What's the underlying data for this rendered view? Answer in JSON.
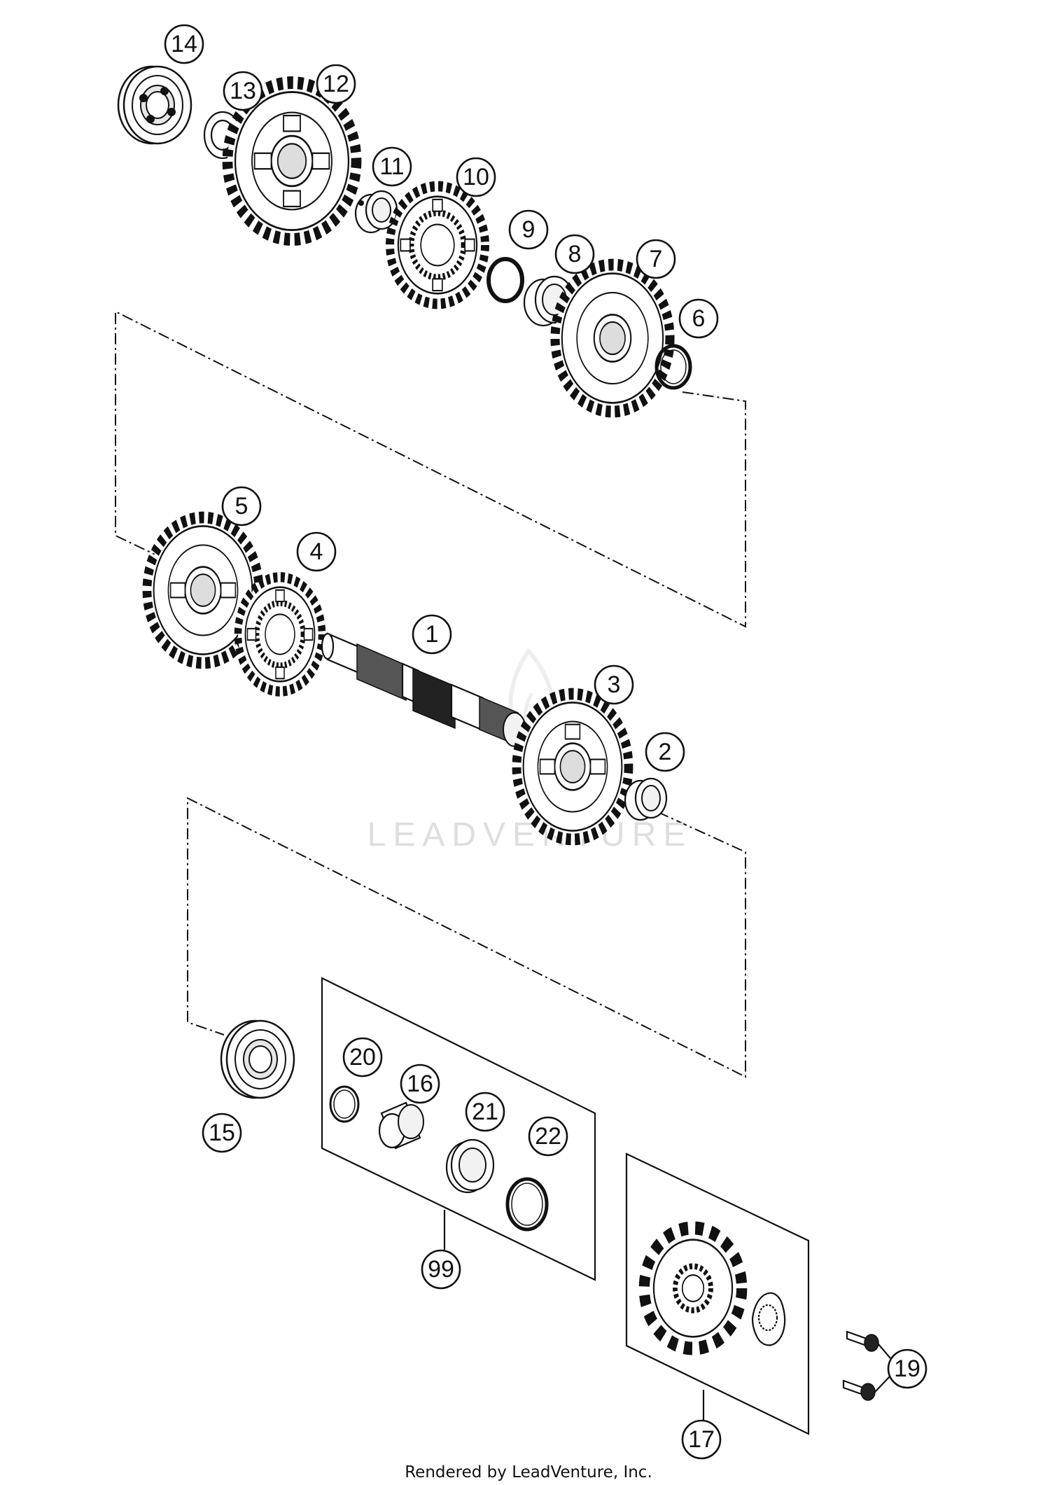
{
  "watermark": "LEADVENTURE",
  "credit": "Rendered by LeadVenture, Inc.",
  "callouts": [
    {
      "id": "c14",
      "label": "14"
    },
    {
      "id": "c13",
      "label": "13"
    },
    {
      "id": "c12",
      "label": "12"
    },
    {
      "id": "c11",
      "label": "11"
    },
    {
      "id": "c10",
      "label": "10"
    },
    {
      "id": "c9",
      "label": "9"
    },
    {
      "id": "c8",
      "label": "8"
    },
    {
      "id": "c7",
      "label": "7"
    },
    {
      "id": "c6",
      "label": "6"
    },
    {
      "id": "c5",
      "label": "5"
    },
    {
      "id": "c4",
      "label": "4"
    },
    {
      "id": "c1",
      "label": "1"
    },
    {
      "id": "c3",
      "label": "3"
    },
    {
      "id": "c2",
      "label": "2"
    },
    {
      "id": "c20",
      "label": "20"
    },
    {
      "id": "c16",
      "label": "16"
    },
    {
      "id": "c21",
      "label": "21"
    },
    {
      "id": "c22",
      "label": "22"
    },
    {
      "id": "c15",
      "label": "15"
    },
    {
      "id": "c99",
      "label": "99"
    },
    {
      "id": "c19",
      "label": "19"
    },
    {
      "id": "c17",
      "label": "17"
    }
  ]
}
